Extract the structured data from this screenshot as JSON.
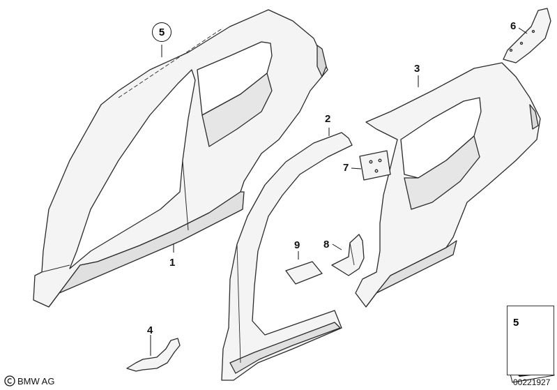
{
  "callouts": {
    "part_1": "1",
    "part_2": "2",
    "part_3": "3",
    "part_4": "4",
    "part_5": "5",
    "part_6": "6",
    "part_7": "7",
    "part_8": "8",
    "part_9": "9"
  },
  "legend": {
    "label": "5"
  },
  "footer": {
    "brand": "BMW AG",
    "doc_number": "00221927"
  },
  "colors": {
    "line": "#2a2a2a",
    "panel_fill": "#f4f4f4",
    "shade": "#d9d9d9",
    "background": "#ffffff"
  }
}
